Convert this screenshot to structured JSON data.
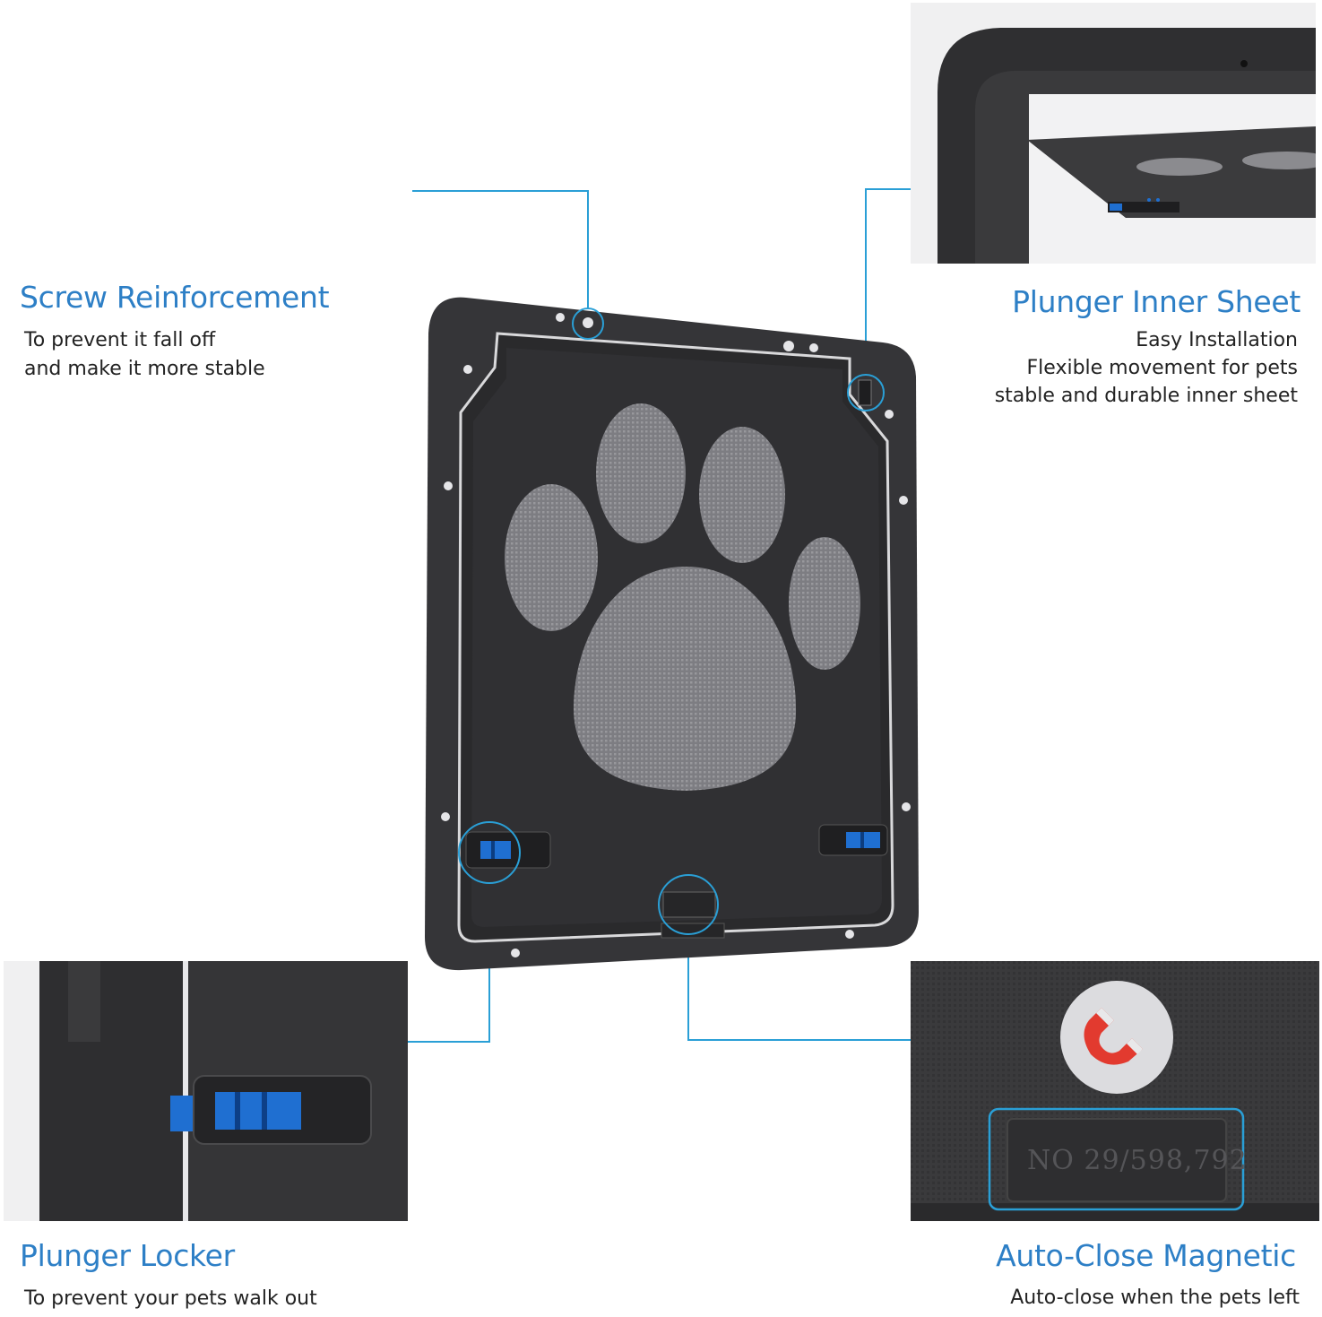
{
  "features": {
    "screw": {
      "title": "Screw Reinforcement",
      "lines": [
        "To prevent it fall off",
        "and make it more stable"
      ]
    },
    "plunger_sheet": {
      "title": "Plunger Inner Sheet",
      "lines": [
        "Easy Installation",
        "Flexible movement for pets",
        "stable and durable inner sheet"
      ]
    },
    "plunger_locker": {
      "title": "Plunger Locker",
      "lines": [
        "To prevent your pets walk out"
      ]
    },
    "magnetic": {
      "title": "Auto-Close Magnetic",
      "lines": [
        "Auto-close when the pets left"
      ],
      "patent_text": "NO 29/598,792"
    }
  },
  "colors": {
    "accent_blue": "#2d7fc6",
    "callout_line": "#2a9fd6",
    "door_body": "#2c2c2e",
    "mesh": "#8a8a8e",
    "lock_blue": "#1f6fd1",
    "magnet_red": "#e23a2f"
  },
  "icons": [
    "magnet-icon",
    "paw-mesh-window"
  ]
}
